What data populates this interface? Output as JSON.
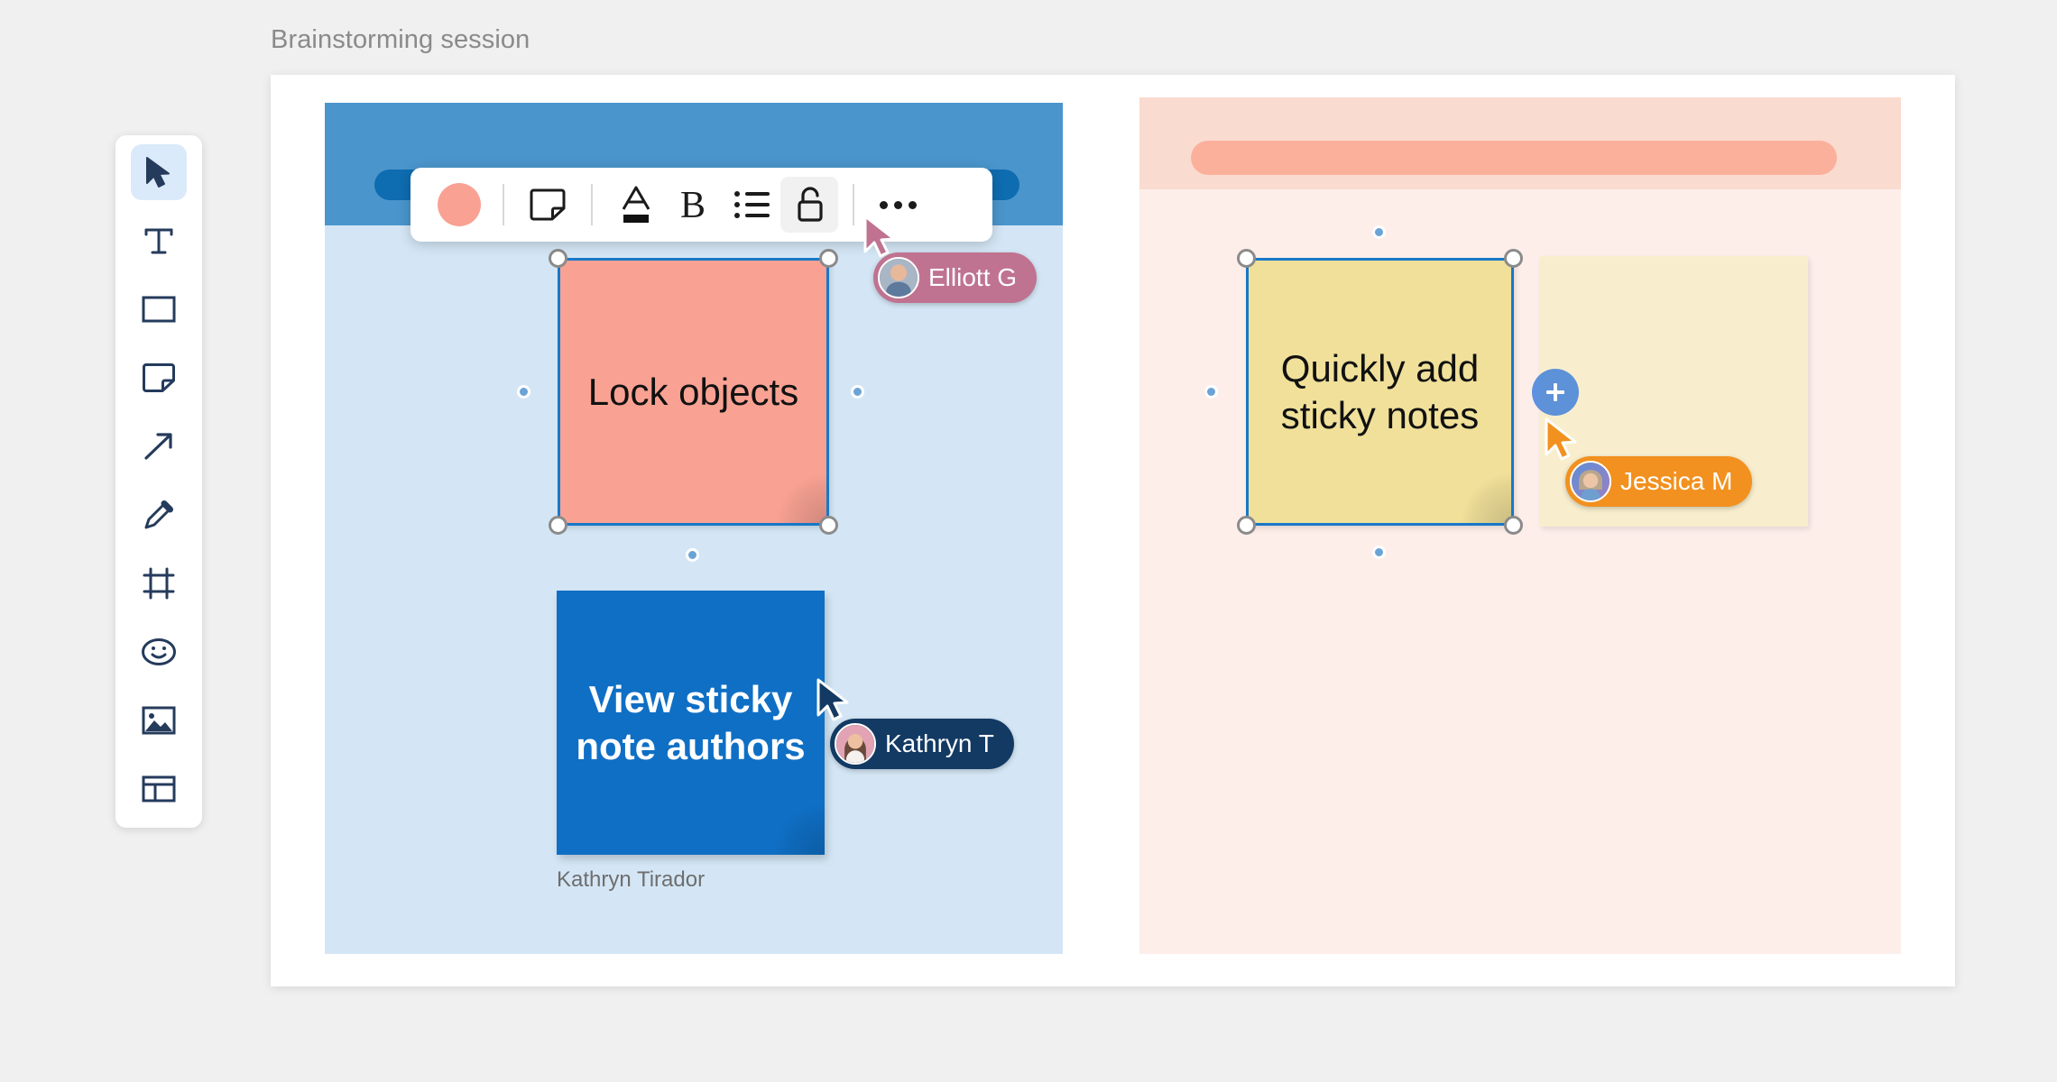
{
  "board": {
    "title": "Brainstorming session"
  },
  "toolbar": {
    "items": [
      {
        "name": "select-tool",
        "icon": "cursor-icon",
        "label": "Select",
        "active": true
      },
      {
        "name": "text-tool",
        "icon": "text-icon",
        "label": "Text",
        "active": false
      },
      {
        "name": "shape-tool",
        "icon": "rectangle-icon",
        "label": "Shape",
        "active": false
      },
      {
        "name": "sticky-note-tool",
        "icon": "sticky-note-icon",
        "label": "Sticky note",
        "active": false
      },
      {
        "name": "connector-tool",
        "icon": "arrow-icon",
        "label": "Connector",
        "active": false
      },
      {
        "name": "pen-tool",
        "icon": "pen-icon",
        "label": "Pen",
        "active": false
      },
      {
        "name": "frame-tool",
        "icon": "frame-icon",
        "label": "Frame",
        "active": false
      },
      {
        "name": "emoji-tool",
        "icon": "smiley-icon",
        "label": "Emoji",
        "active": false
      },
      {
        "name": "image-tool",
        "icon": "image-icon",
        "label": "Image",
        "active": false
      },
      {
        "name": "template-tool",
        "icon": "layout-icon",
        "label": "Template",
        "active": false
      }
    ]
  },
  "format_bar": {
    "color_swatch": {
      "name": "color-swatch",
      "value": "#f9a293"
    },
    "items": [
      {
        "name": "sticky-note-style-button",
        "icon": "sticky-note-icon",
        "label": "Sticky note style"
      },
      {
        "name": "text-color-button",
        "icon": "text-color-icon",
        "label": "A"
      },
      {
        "name": "bold-button",
        "icon": "bold-icon",
        "label": "B"
      },
      {
        "name": "bullet-list-button",
        "icon": "bullet-list-icon",
        "label": "Bullet list"
      },
      {
        "name": "unlock-button",
        "icon": "unlock-icon",
        "label": "Unlock",
        "highlighted": true
      },
      {
        "name": "more-options-button",
        "icon": "ellipsis-icon",
        "label": "More"
      }
    ]
  },
  "frames": [
    {
      "name": "frame-left",
      "header_color": "#4a95cc",
      "body_color": "#d4e6f5",
      "bar_color": "#0e6cb0"
    },
    {
      "name": "frame-right",
      "header_color": "#fadbd0",
      "body_color": "#fdeeea",
      "bar_color": "#fbb09c"
    }
  ],
  "notes": {
    "lock": {
      "text": "Lock objects",
      "color": "#f9a293",
      "selected": true
    },
    "view": {
      "text": "View sticky note authors",
      "color": "#0f6fc5",
      "author": "Kathryn Tirador",
      "selected": false
    },
    "quick": {
      "text": "Quickly add sticky notes",
      "color": "#f0e09a",
      "selected": true
    },
    "ghost": {
      "text": "",
      "color": "#f8eece",
      "selected": false
    }
  },
  "add_button": {
    "name": "add-sticky-note-button",
    "label": "+",
    "color": "#216edc"
  },
  "collaborators": [
    {
      "name": "Elliott G",
      "color": "#bf7390"
    },
    {
      "name": "Kathryn T",
      "color": "#123a63"
    },
    {
      "name": "Jessica M",
      "color": "#f2911f"
    }
  ]
}
